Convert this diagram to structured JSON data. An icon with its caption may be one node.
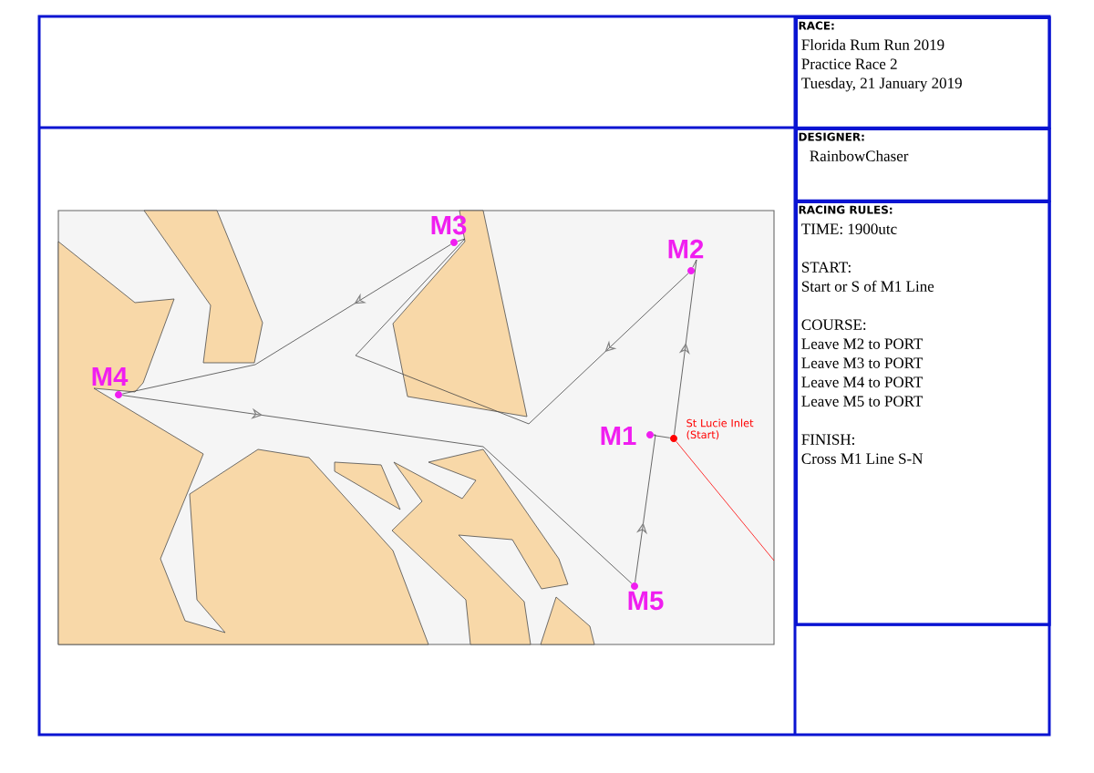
{
  "diagram": {
    "nodes": [
      {
        "text": [],
        "shape": "circle",
        "beside": [
          "M1"
        ]
      },
      {
        "text": [],
        "shape": "circle",
        "beside": [
          "M2"
        ]
      },
      {
        "text": [],
        "shape": "circle",
        "beside": [
          "M3"
        ]
      },
      {
        "text": [],
        "shape": "circle",
        "beside": [
          "M4"
        ]
      },
      {
        "text": [],
        "shape": "circle",
        "beside": [
          "M5"
        ]
      },
      {
        "text": [],
        "shape": "circle",
        "beside": [
          "St Lucie Inlet (Start)"
        ]
      },
      {
        "text": [
          "RACE:",
          "Florida Rum Run 2019",
          "Practice Race 2",
          "Tuesday, 21 January 2019"
        ]
      },
      {
        "text": [
          "DESIGNER:",
          "RainbowChaser"
        ]
      },
      {
        "text": [
          "RACING RULES:",
          "TIME: 1900utc",
          "START:",
          "Start or S of M1 Line",
          "COURSE:",
          "Leave M2 to PORT",
          "Leave M3 to PORT",
          "Leave M4 to PORT",
          "Leave M5 to PORT",
          "FINISH:",
          "Cross M1 Line S-N"
        ]
      }
    ],
    "edges": [
      {
        "from": 0,
        "to": 5,
        "arrow": "none"
      },
      {
        "from": 5,
        "to": 1,
        "arrow": "to"
      },
      {
        "from": 1,
        "to": 2,
        "arrow": "to"
      },
      {
        "from": 2,
        "to": 3,
        "arrow": "to"
      },
      {
        "from": 3,
        "to": 4,
        "arrow": "to"
      },
      {
        "from": 4,
        "to": 0,
        "arrow": "to"
      },
      {
        "from": 5,
        "to": null,
        "arrow": "none",
        "color": "#ff0000"
      }
    ]
  }
}
